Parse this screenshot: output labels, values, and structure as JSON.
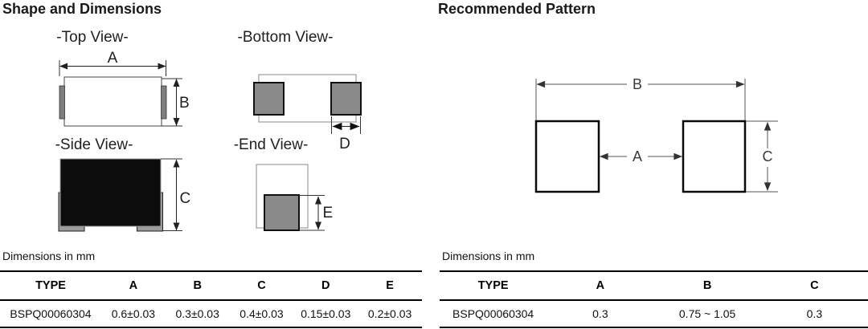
{
  "shape": {
    "title": "Shape and Dimensions",
    "views": {
      "top": "-Top View-",
      "bottom": "-Bottom View-",
      "side": "-Side View-",
      "end": "-End View-"
    },
    "dims": {
      "a": "A",
      "b": "B",
      "c": "C",
      "d": "D",
      "e": "E"
    },
    "note": "Dimensions in mm",
    "table": {
      "headers": [
        "TYPE",
        "A",
        "B",
        "C",
        "D",
        "E"
      ],
      "row": [
        "BSPQ00060304",
        "0.6±0.03",
        "0.3±0.03",
        "0.4±0.03",
        "0.15±0.03",
        "0.2±0.03"
      ]
    }
  },
  "pattern": {
    "title": "Recommended Pattern",
    "dims": {
      "a": "A",
      "b": "B",
      "c": "C"
    },
    "note": "Dimensions in mm",
    "table": {
      "headers": [
        "TYPE",
        "A",
        "B",
        "C"
      ],
      "row": [
        "BSPQ00060304",
        "0.3",
        "0.75 ~ 1.05",
        "0.3"
      ]
    }
  },
  "colors": {
    "pad_fill": "#8a8a8a",
    "terminal_fill": "#9b9b9b",
    "body_fill": "#0c0c0c",
    "chip_strip_fill": "#7f7f7f",
    "outline_gray": "#888888",
    "dim_line_dark": "#222222",
    "dim_line_gray": "#555555",
    "rule_black": "#000000",
    "text": "#1a1a1a"
  }
}
